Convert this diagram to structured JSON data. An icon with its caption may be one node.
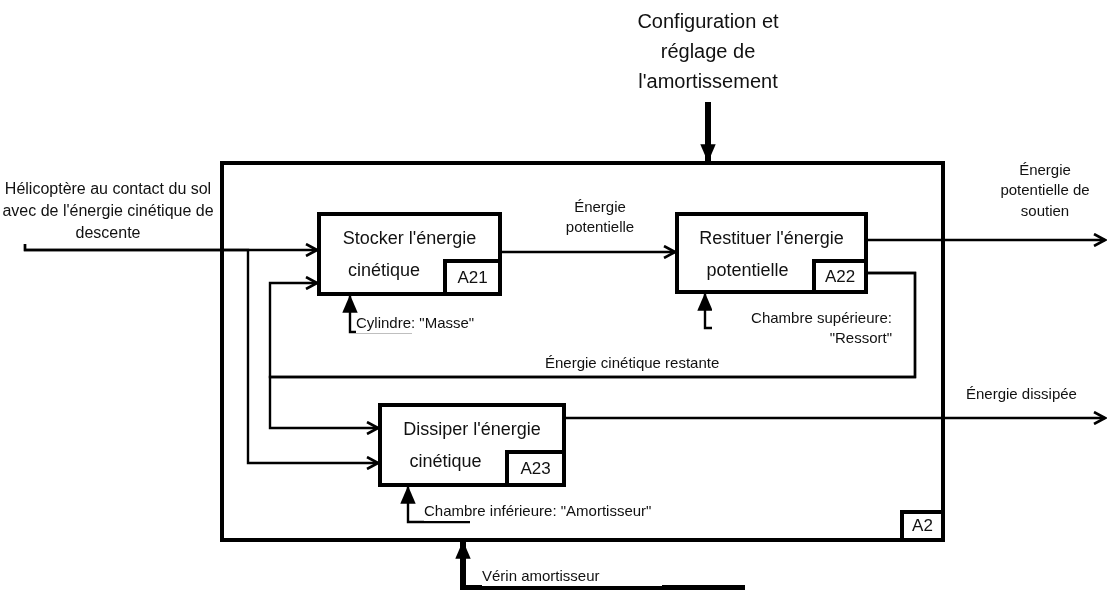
{
  "diagram": {
    "nodes": [
      {
        "text": [
          "A2"
        ]
      },
      {
        "text": [
          "Stocker l'énergie cinétique",
          "A21"
        ],
        "in": 0
      },
      {
        "text": [
          "Restituer l'énergie potentielle",
          "A22"
        ],
        "in": 0
      },
      {
        "text": [
          "Dissiper l'énergie cinétique",
          "A23"
        ],
        "in": 0
      },
      {
        "text": [
          "Hélicoptère au contact du sol avec de l'énergie cinétique de descente"
        ]
      },
      {
        "text": [
          "Configuration et réglage de l'amortissement"
        ]
      }
    ],
    "edges": [
      {
        "from": 4,
        "to": 1,
        "arrow": "to"
      },
      {
        "from": 4,
        "to": 3,
        "arrow": "to"
      },
      {
        "from": 5,
        "to": 0,
        "arrow": "to",
        "style": "thick"
      },
      {
        "from": 1,
        "to": 2,
        "arrow": "to",
        "label": "Énergie potentielle"
      },
      {
        "from": 2,
        "to": null,
        "arrow": "to",
        "label": "Énergie potentielle de soutien"
      },
      {
        "from": 2,
        "to": 1,
        "arrow": "to",
        "label": "Énergie cinétique restante"
      },
      {
        "from": 2,
        "to": 3,
        "arrow": "to"
      },
      {
        "from": null,
        "to": 1,
        "arrow": "to",
        "label": "Cylindre: \"Masse\""
      },
      {
        "from": null,
        "to": 2,
        "arrow": "to",
        "label": "Chambre supérieure: \"Ressort\""
      },
      {
        "from": 3,
        "to": null,
        "arrow": "to",
        "label": "Énergie dissipée"
      },
      {
        "from": null,
        "to": 3,
        "arrow": "to",
        "label": "Chambre inférieure: \"Amortisseur\""
      },
      {
        "from": null,
        "to": 0,
        "arrow": "to",
        "label": "Vérin amortisseur",
        "style": "thick"
      }
    ]
  }
}
